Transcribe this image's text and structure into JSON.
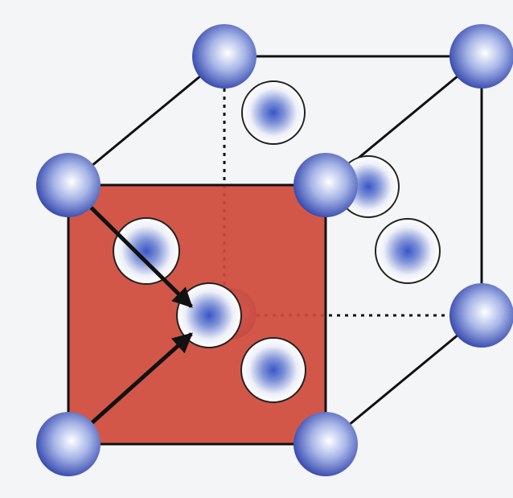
{
  "diagram": {
    "type": "unit-cell",
    "lattice": "face-centered-cubic",
    "highlighted_face": "front",
    "colors": {
      "background": "#f4f5f7",
      "face_fill": "#d04a3a",
      "edge": "#111111",
      "atom_core": "#ffffff",
      "atom_mid": "#7f93d8",
      "atom_edge": "#2b3fa8",
      "face_atom_ring": "#222222",
      "arrow": "#111111"
    },
    "atoms": {
      "corner_count": 8,
      "face_center_count": 6
    },
    "arrows": {
      "count": 2,
      "target": "front-face-center-atom"
    }
  }
}
